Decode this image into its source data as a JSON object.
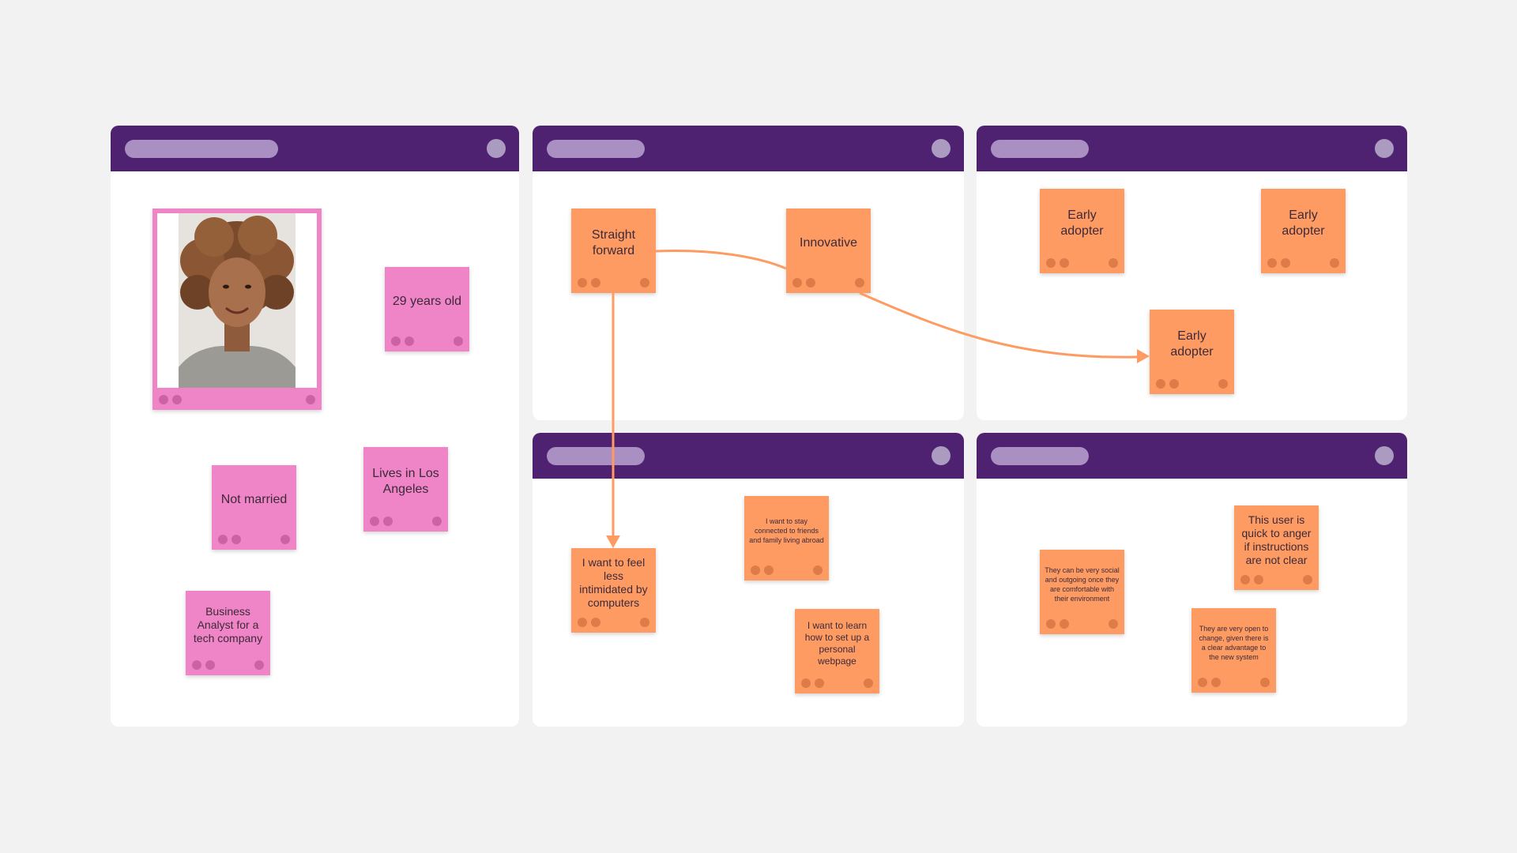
{
  "colors": {
    "background": "#f2f2f2",
    "frame_header": "#4e2270",
    "pink_note": "#ef84c6",
    "orange_note": "#fe9b62",
    "connector": "#fe9b62"
  },
  "persona": {
    "photo_alt": "portrait-photo",
    "notes": [
      "29 years old",
      "Not married",
      "Lives in Los Angeles",
      "Business Analyst for a tech company"
    ]
  },
  "traits": {
    "notes": [
      "Straight forward",
      "Innovative"
    ]
  },
  "adopter": {
    "notes": [
      "Early adopter",
      "Early adopter",
      "Early adopter"
    ]
  },
  "goals": {
    "notes": [
      "I want to feel less intimidated by computers",
      "I want to stay connected to friends and family living abroad",
      "I want to learn how to set up a personal webpage"
    ]
  },
  "behaviors": {
    "notes": [
      "They can be very social and outgoing once they are comfortable with their environment",
      "This user is quick to anger if instructions are not clear",
      "They are very open to change, given there is a clear advantage to the new system"
    ]
  }
}
